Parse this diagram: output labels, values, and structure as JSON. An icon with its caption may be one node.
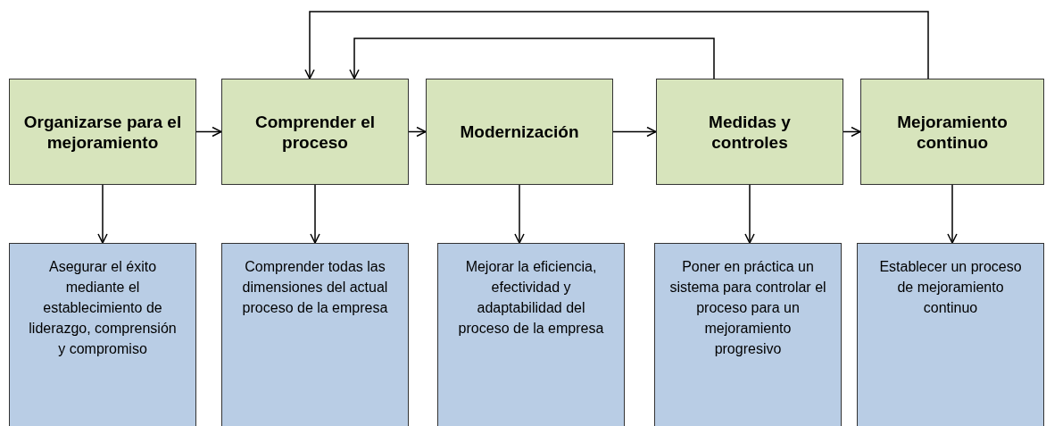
{
  "diagram": {
    "nodes": [
      {
        "text": [
          "Organizarse para el mejoramiento"
        ]
      },
      {
        "text": [
          "Comprender el proceso"
        ]
      },
      {
        "text": [
          "Modernización"
        ]
      },
      {
        "text": [
          "Medidas y controles"
        ]
      },
      {
        "text": [
          "Mejoramiento continuo"
        ]
      },
      {
        "text": [
          "Asegurar el éxito mediante el establecimiento de liderazgo, comprensión y compromiso"
        ]
      },
      {
        "text": [
          "Comprender todas las dimensiones del actual proceso de la empresa"
        ]
      },
      {
        "text": [
          "Mejorar la eficiencia, efectividad y adaptabilidad del proceso de la empresa"
        ]
      },
      {
        "text": [
          "Poner en práctica un sistema para controlar el proceso para un mejoramiento progresivo"
        ]
      },
      {
        "text": [
          "Establecer un proceso de mejoramiento continuo"
        ]
      }
    ],
    "edges": [
      {
        "from": 0,
        "to": 1,
        "arrow": "to"
      },
      {
        "from": 1,
        "to": 2,
        "arrow": "to"
      },
      {
        "from": 2,
        "to": 3,
        "arrow": "to"
      },
      {
        "from": 3,
        "to": 4,
        "arrow": "to"
      },
      {
        "from": 0,
        "to": 5,
        "arrow": "to"
      },
      {
        "from": 1,
        "to": 6,
        "arrow": "to"
      },
      {
        "from": 2,
        "to": 7,
        "arrow": "to"
      },
      {
        "from": 3,
        "to": 8,
        "arrow": "to"
      },
      {
        "from": 4,
        "to": 9,
        "arrow": "to"
      },
      {
        "from": 3,
        "to": 1,
        "arrow": "to"
      },
      {
        "from": 4,
        "to": 1,
        "arrow": "to"
      }
    ]
  }
}
